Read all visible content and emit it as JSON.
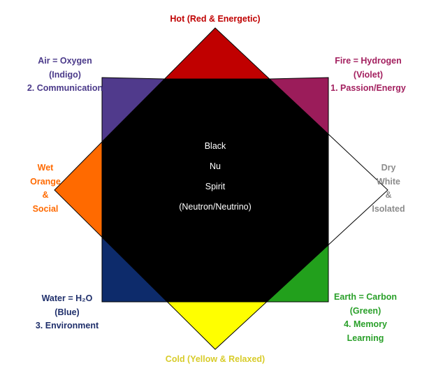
{
  "title": "Hot (Red & Energetic)",
  "labels": {
    "top": {
      "lines": [
        "Hot (Red & Energetic)"
      ],
      "color": "#c00000"
    },
    "top_left": {
      "lines": [
        "Air = Oxygen",
        "(Indigo)",
        "2. Communication"
      ],
      "color": "#4b3a8a"
    },
    "top_right": {
      "lines": [
        "Fire = Hydrogen",
        "(Violet)",
        "1. Passion/Energy"
      ],
      "color": "#a3205f"
    },
    "left": {
      "lines": [
        "Wet",
        "Orange",
        "&",
        "Social"
      ],
      "color": "#ff6a00"
    },
    "right": {
      "lines": [
        "Dry",
        "White",
        "&",
        "Isolated"
      ],
      "color": "#8c8c8c"
    },
    "bottom_left": {
      "lines": [
        "Water = H₂O",
        "(Blue)",
        "3. Environment"
      ],
      "color": "#1f2f6b"
    },
    "bottom_right": {
      "lines": [
        "Earth = Carbon",
        "(Green)",
        "4. Memory",
        "Learning"
      ],
      "color": "#2aa02a"
    },
    "bottom": {
      "lines": [
        "Cold (Yellow & Relaxed)"
      ],
      "color": "#d8cc2a"
    }
  },
  "center": {
    "lines": [
      "Black",
      "Nu",
      "Spirit",
      "(Neutron/Neutrino)"
    ]
  },
  "fills": {
    "red": "#c00000",
    "violet": "#9b1c5a",
    "white": "#ffffff",
    "green": "#22a01c",
    "yellow": "#ffff00",
    "blue": "#0d2b6b",
    "orange": "#ff6a00",
    "indigo": "#503a8c",
    "black": "#000000"
  }
}
